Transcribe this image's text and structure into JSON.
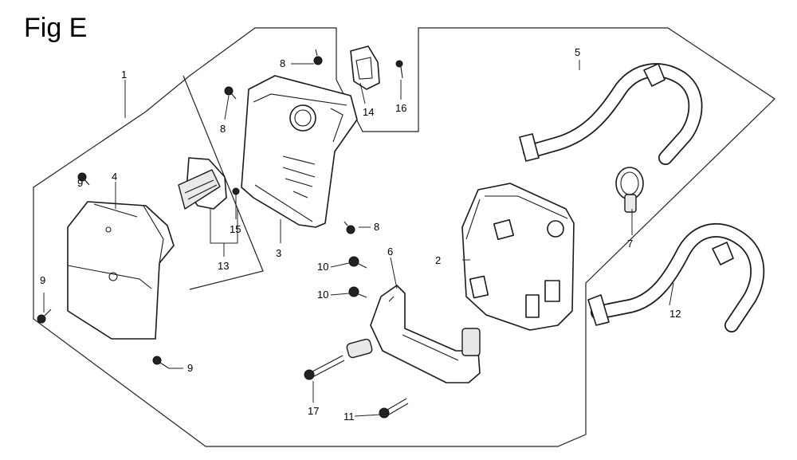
{
  "figure": {
    "title": "Fig E"
  },
  "callouts": {
    "c1": "1",
    "c2": "2",
    "c3": "3",
    "c4": "4",
    "c5": "5",
    "c6": "6",
    "c7": "7",
    "c8a": "8",
    "c8b": "8",
    "c8c": "8",
    "c9a": "9",
    "c9b": "9",
    "c9c": "9",
    "c10a": "10",
    "c10b": "10",
    "c11": "11",
    "c12": "12",
    "c13": "13",
    "c14": "14",
    "c15": "15",
    "c16": "16",
    "c17": "17"
  }
}
